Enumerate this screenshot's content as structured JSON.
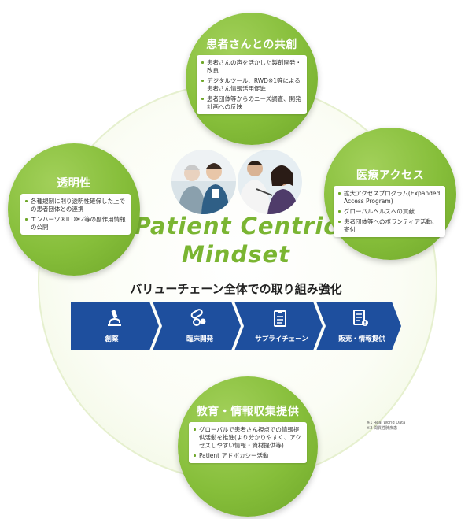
{
  "mindset": {
    "line1": "Patient Centric",
    "line2": "Mindset"
  },
  "subtitle": "バリューチェーン全体での取り組み強化",
  "nodes": {
    "top": {
      "title": "患者さんとの共創",
      "items": [
        "患者さんの声を活かした製剤開発・改良",
        "デジタルツール、RWD※1等による患者さん情報活用促進",
        "患者団体等からのニーズ調査、開発計画への反映"
      ]
    },
    "left": {
      "title": "透明性",
      "items": [
        "各種規制に則り透明性確保した上での患者団体との連携",
        "エンハーツ®ILD※2等の副作用情報の公開"
      ]
    },
    "right": {
      "title": "医療アクセス",
      "items": [
        "拡大アクセスプログラム(Expanded Access Program)",
        "グローバルヘルスへの貢献",
        "患者団体等へのボランティア活動、寄付"
      ]
    },
    "bottom": {
      "title": "教育・情報収集提供",
      "items": [
        "グローバルで患者さん視点での情報提供活動を推進(より分かりやすく、アクセスしやすい情報・資材提供等)",
        "Patient アドボカシー活動"
      ]
    }
  },
  "chain": [
    {
      "label": "創薬",
      "icon": "microscope-icon"
    },
    {
      "label": "臨床開発",
      "icon": "pills-icon"
    },
    {
      "label": "サプライチェーン",
      "icon": "clipboard-icon"
    },
    {
      "label": "販売・情報提供",
      "icon": "document-icon"
    }
  ],
  "footnotes": [
    "※1 Real World Data",
    "※2 間質性肺疾患"
  ],
  "colors": {
    "green": "#86be3a",
    "blue": "#1e4f9e",
    "text_green": "#7ab532"
  }
}
